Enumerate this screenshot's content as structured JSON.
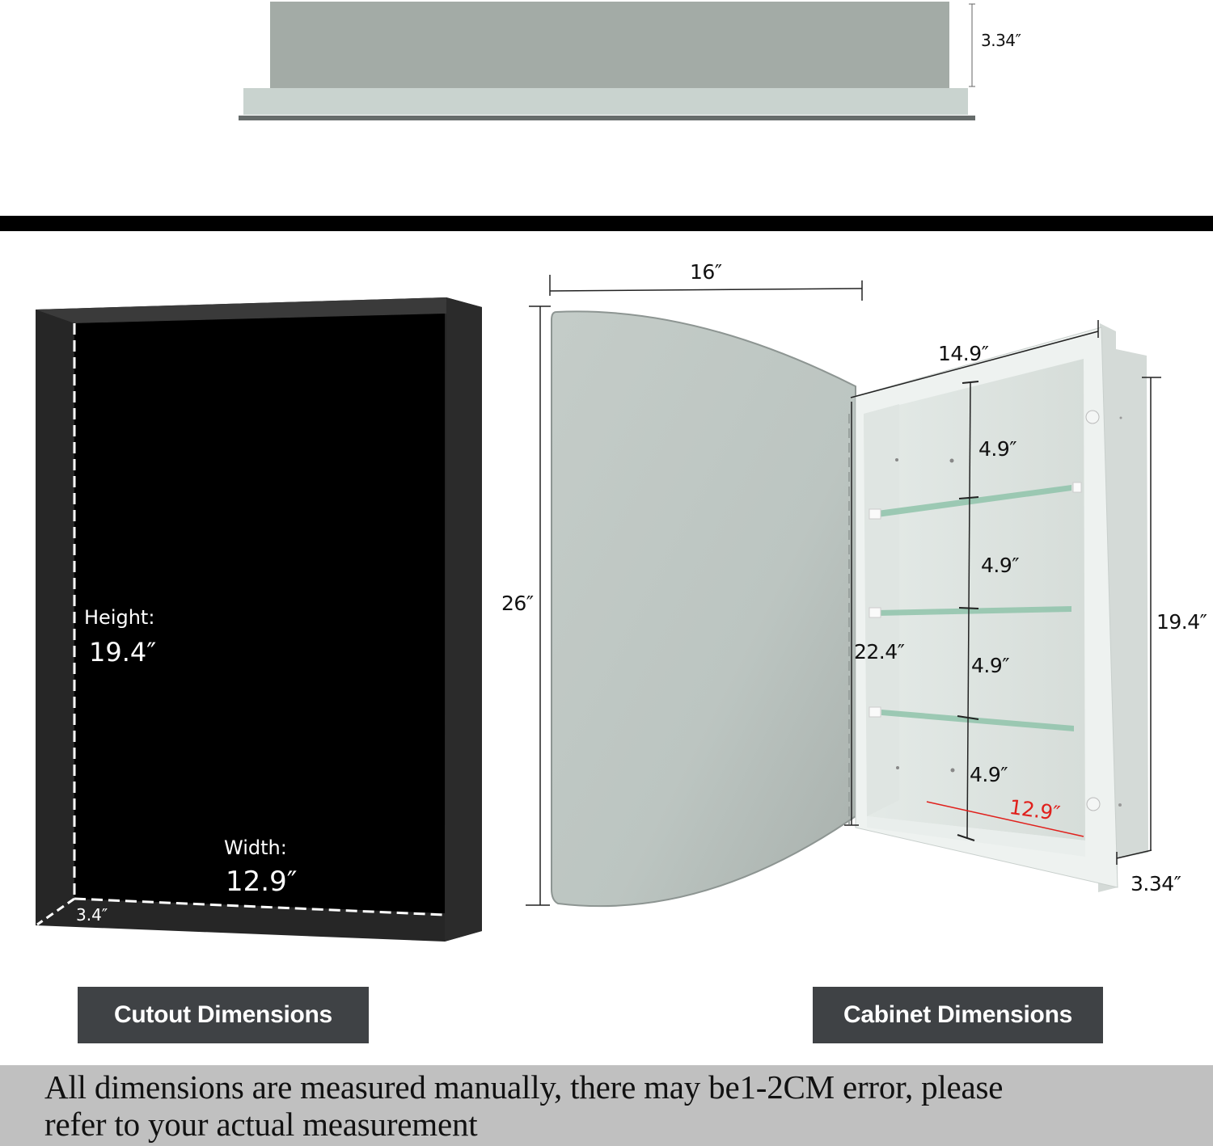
{
  "top_view": {
    "depth_label": "3.34″",
    "colors": {
      "body": "#a3aba6",
      "flange": "#c9d3cf",
      "base_line": "#666c6b"
    }
  },
  "divider": {
    "color": "#000000"
  },
  "cutout": {
    "height_title": "Height:",
    "height_value": "19.4″",
    "width_title": "Width:",
    "width_value": "12.9″",
    "depth_value": "3.4″",
    "badge_label": "Cutout Dimensions"
  },
  "cabinet": {
    "overall_width": "16″",
    "overall_height": "26″",
    "body_width": "14.9″",
    "body_height": "19.4″",
    "body_depth": "3.34″",
    "inner_height": "22.4″",
    "inner_width": "12.9″",
    "shelf_spacings": [
      "4.9″",
      "4.9″",
      "4.9″",
      "4.9″"
    ],
    "badge_label": "Cabinet Dimensions",
    "colors": {
      "mirror": "#bfc8c4",
      "frame": "#eef2f0",
      "glass": "#8fc3aa",
      "accent_red": "#e0201c"
    }
  },
  "disclaimer": {
    "line1": "All dimensions are measured manually, there may be1-2CM error, please",
    "line2": "refer to your actual measurement"
  }
}
